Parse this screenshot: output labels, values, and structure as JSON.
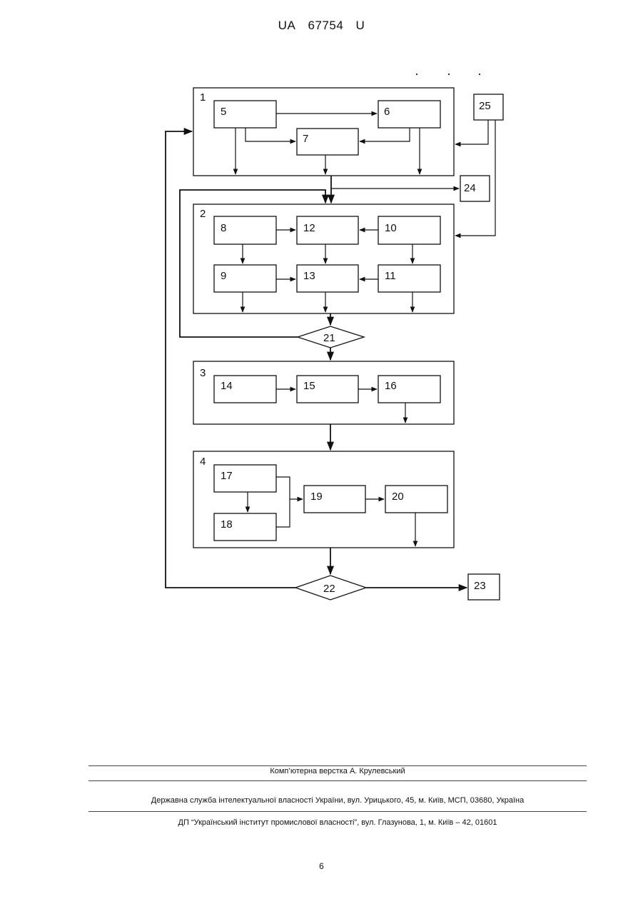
{
  "header": {
    "country": "UA",
    "number": "67754",
    "kind": "U"
  },
  "diagram": {
    "groups": [
      {
        "id": "g1",
        "label": "1"
      },
      {
        "id": "g2",
        "label": "2"
      },
      {
        "id": "g3",
        "label": "3"
      },
      {
        "id": "g4",
        "label": "4"
      }
    ],
    "blocks": [
      "5",
      "6",
      "7",
      "8",
      "9",
      "10",
      "11",
      "12",
      "13",
      "14",
      "15",
      "16",
      "17",
      "18",
      "19",
      "20",
      "23",
      "24",
      "25"
    ],
    "decisions": [
      "21",
      "22"
    ]
  },
  "footer": {
    "typesetter": "Комп’ютерна верстка А. Крулевський",
    "office": "Державна служба інтелектуальної власності України, вул. Урицького, 45, м. Київ, МСП, 03680, Україна",
    "institute": "ДП “Український інститут промислової власності”, вул. Глазунова, 1, м. Київ – 42, 01601"
  },
  "page_number": "6"
}
